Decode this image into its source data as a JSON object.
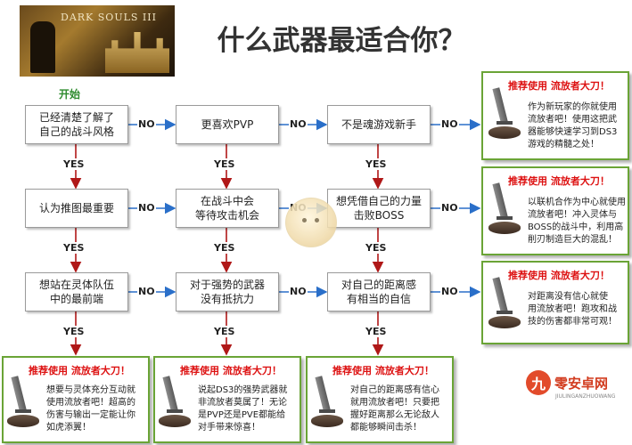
{
  "banner": {
    "logo_text": "DARK SOULS III"
  },
  "title": "什么武器最适合你？",
  "start_label": "开始",
  "nodes": [
    "已经清楚了解了\n自己的战斗风格",
    "更喜欢PVP",
    "不是魂游戏新手",
    "认为推图最重要",
    "在战斗中会\n等待攻击机会",
    "想凭借自己的力量\n击败BOSS",
    "想站在灵体队伍\n中的最前端",
    "对于强势的武器\n没有抵抗力",
    "对自己的距离感\n有相当的自信"
  ],
  "edge_labels": {
    "no": "NO",
    "yes": "YES"
  },
  "cards": [
    {
      "head": "推荐使用 流放者大刀！",
      "body": "作为新玩家的你就使用\n流放者吧！使用这把武\n器能够快速学习到DS3\n游戏的精髓之处！"
    },
    {
      "head": "推荐使用 流放者大刀！",
      "body": "以联机合作为中心就使用\n流放者吧！冲入灵体与\nBOSS的战斗中，利用高\n削刃制造巨大的混乱！"
    },
    {
      "head": "推荐使用 流放者大刀！",
      "body": "对距离没有信心就使\n用流放者吧！跑攻和战\n技的伤害都非常可观！"
    },
    {
      "head": "推荐使用 流放者大刀！",
      "body": "想要与灵体充分互动就\n使用流放者吧！超高的\n伤害与输出一定能让你\n如虎添翼！"
    },
    {
      "head": "推荐使用 流放者大刀！",
      "body": "说起DS3的强势武器就\n非流放者莫属了！无论\n是PVP还是PVE都能给\n对手带来惊喜！"
    },
    {
      "head": "推荐使用 流放者大刀！",
      "body": "对自己的距离感有信心\n就用流放者吧！只要把\n握好距离那么无论敌人\n都能够瞬间击杀！"
    }
  ],
  "watermark": {
    "badge": "九",
    "name": "零安卓网",
    "url": "JIULINGANZHUOWANG"
  },
  "colors": {
    "arrow": "#2a6fc9",
    "yes_arrow": "#b01818",
    "card_border": "#6aa436",
    "card_head": "#dd1111"
  },
  "icons": {
    "card_weapon": "greatsword-icon"
  }
}
